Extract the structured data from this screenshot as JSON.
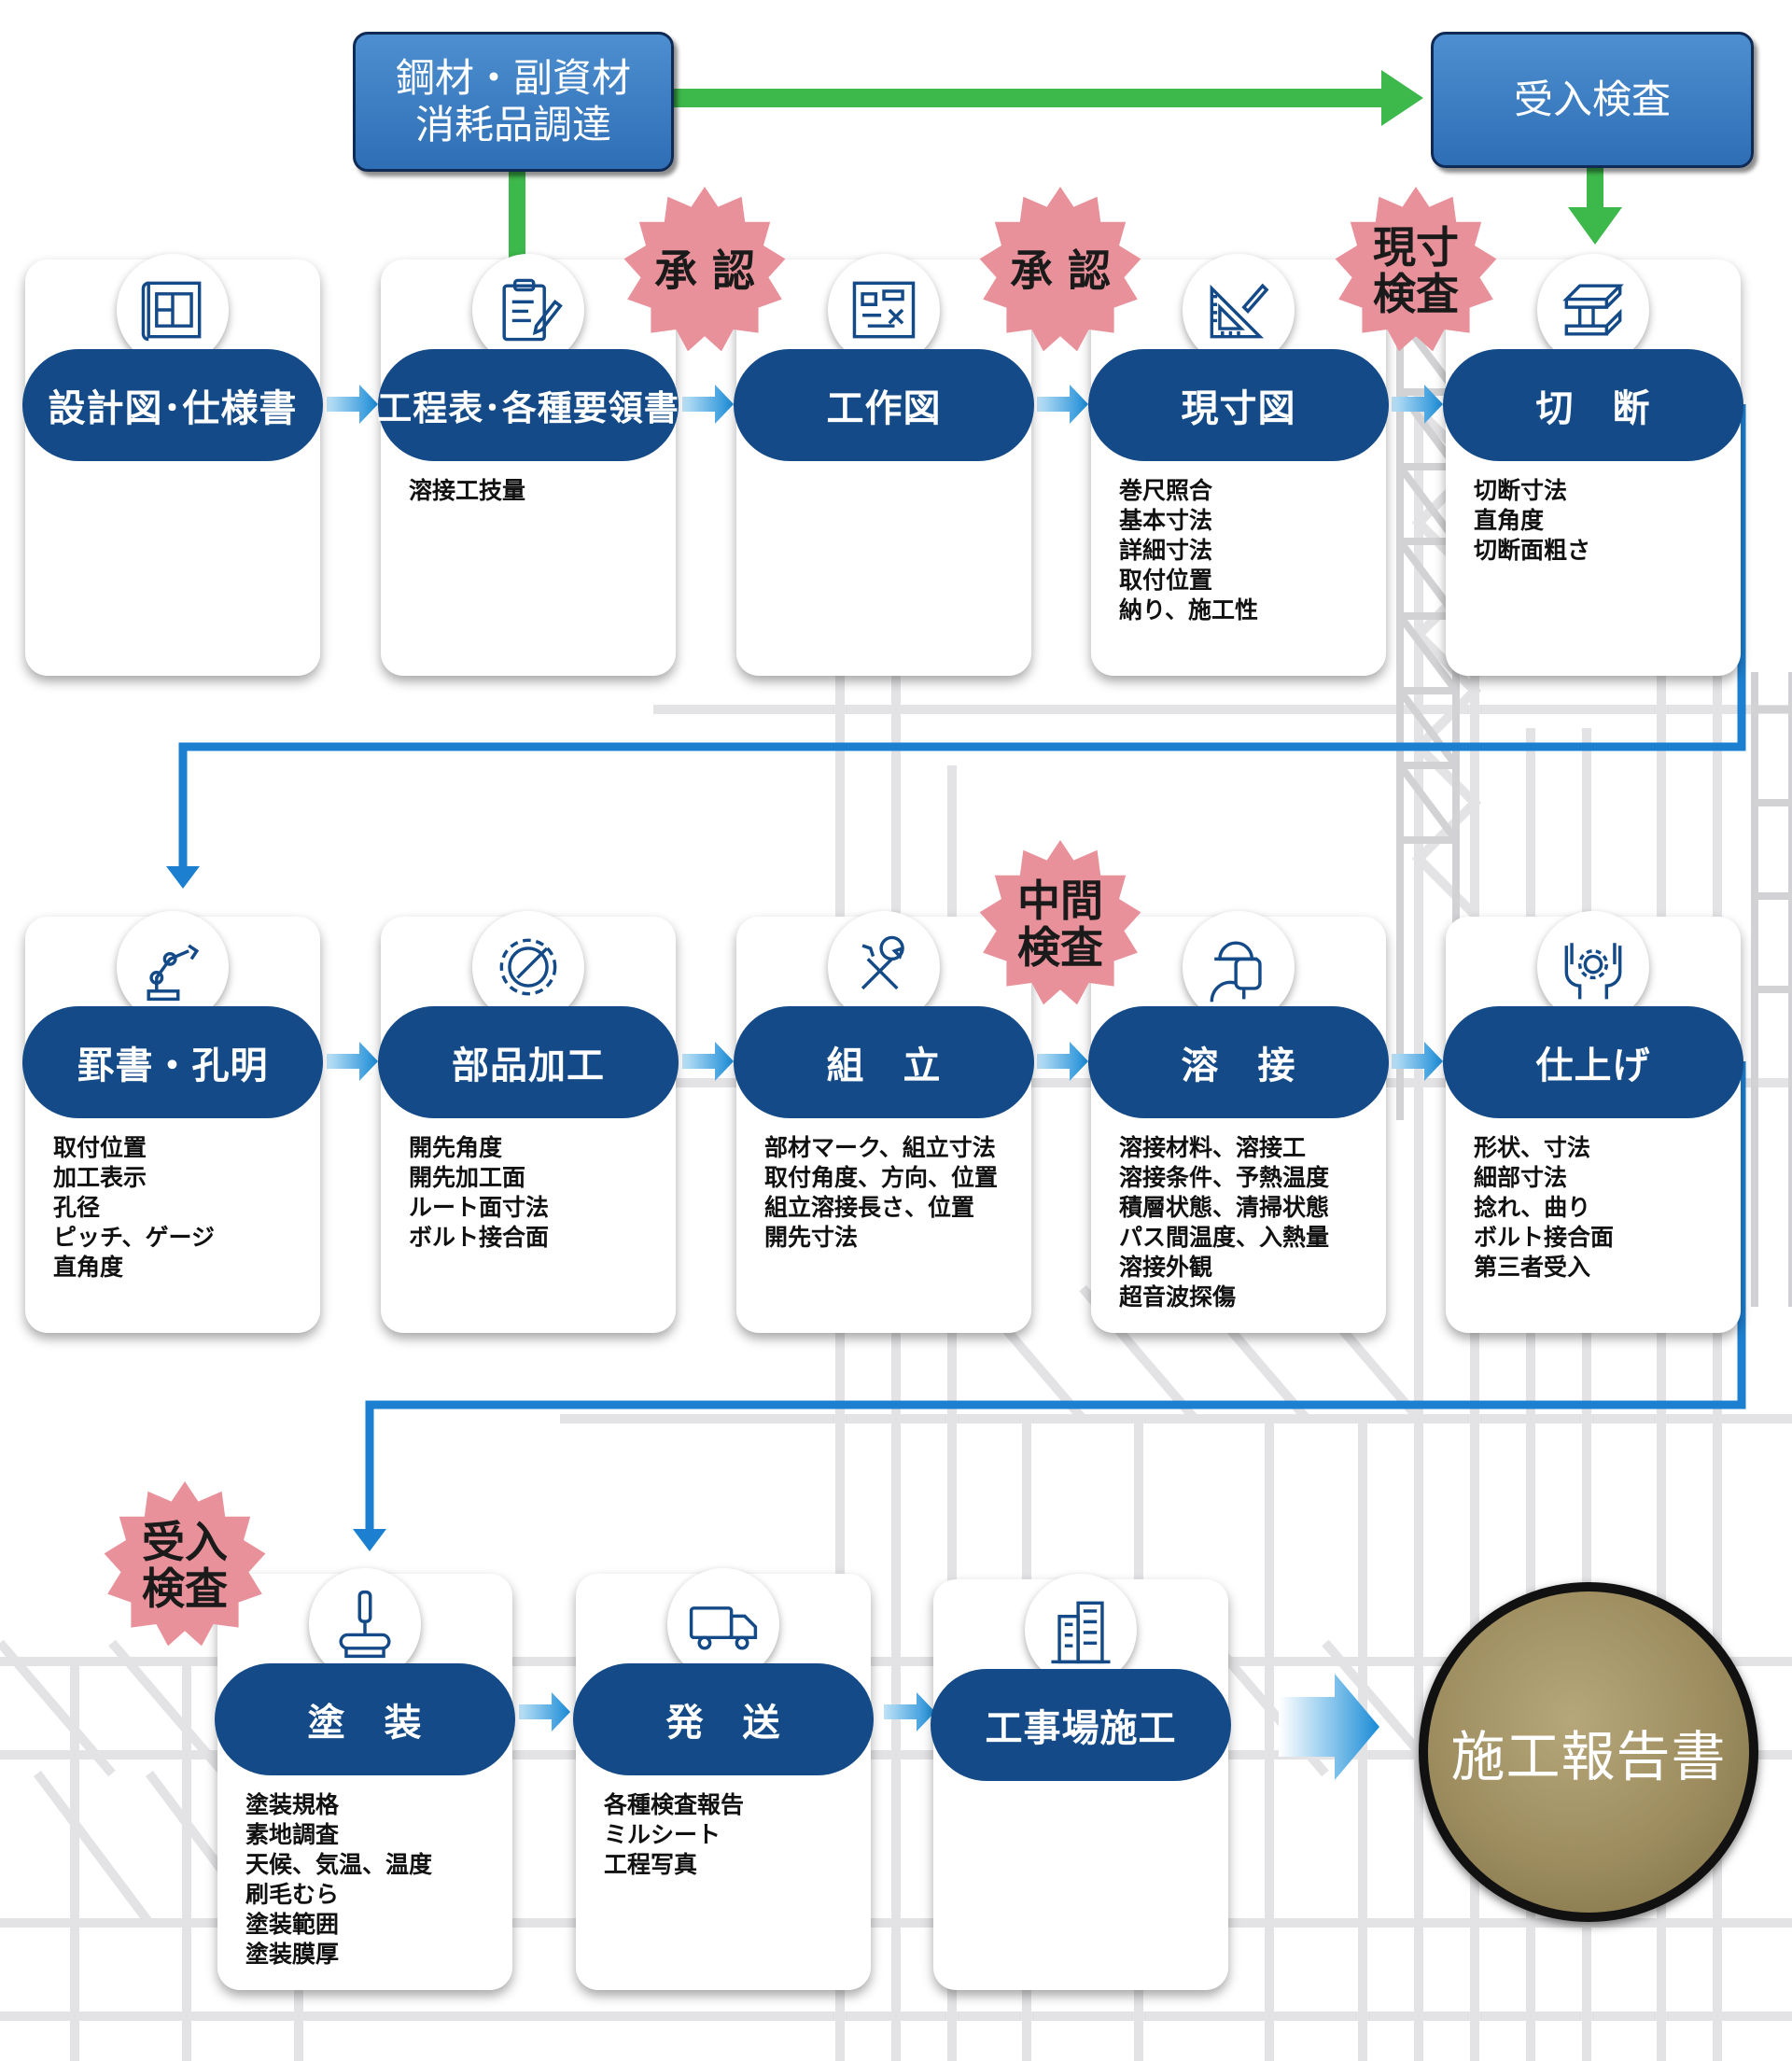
{
  "top": {
    "procurement": [
      "鋼材・副資材",
      "消耗品調達"
    ],
    "receiving_inspection": "受入検査"
  },
  "steps": [
    {
      "label": "設計図･仕様書",
      "icon": "blueprint-icon",
      "items": []
    },
    {
      "label": "工程表･各種要領書",
      "icon": "clipboard-icon",
      "items": [
        "溶接工技量"
      ]
    },
    {
      "label": "工作図",
      "icon": "drawing-plan-icon",
      "items": []
    },
    {
      "label": "現寸図",
      "icon": "set-square-icon",
      "items": [
        "巻尺照合",
        "基本寸法",
        "詳細寸法",
        "取付位置",
        "納り、施工性"
      ]
    },
    {
      "label": "切　断",
      "icon": "steel-beam-icon",
      "items": [
        "切断寸法",
        "直角度",
        "切断面粗さ"
      ]
    },
    {
      "label": "罫書・孔明",
      "icon": "robot-arm-icon",
      "items": [
        "取付位置",
        "加工表示",
        "孔径",
        "ピッチ、ゲージ",
        "直角度"
      ]
    },
    {
      "label": "部品加工",
      "icon": "gear-wrench-icon",
      "items": [
        "開先角度",
        "開先加工面",
        "ルート面寸法",
        "ボルト接合面"
      ]
    },
    {
      "label": "組　立",
      "icon": "wrench-icon",
      "items": [
        "部材マーク、組立寸法",
        "取付角度、方向、位置",
        "組立溶接長さ、位置",
        "開先寸法"
      ]
    },
    {
      "label": "溶　接",
      "icon": "welder-icon",
      "items": [
        "溶接材料、溶接工",
        "溶接条件、予熱温度",
        "積層状態、清掃状態",
        "パス間温度、入熱量",
        "溶接外観",
        "超音波探傷"
      ]
    },
    {
      "label": "仕上げ",
      "icon": "hands-gear-icon",
      "items": [
        "形状、寸法",
        "細部寸法",
        "捻れ、曲り",
        "ボルト接合面",
        "第三者受入"
      ]
    },
    {
      "label": "塗　装",
      "icon": "paint-roller-icon",
      "items": [
        "塗装規格",
        "素地調査",
        "天候、気温、温度",
        "刷毛むら",
        "塗装範囲",
        "塗装膜厚"
      ]
    },
    {
      "label": "発　送",
      "icon": "truck-icon",
      "items": [
        "各種検査報告",
        "ミルシート",
        "工程写真"
      ]
    },
    {
      "label": "工事場施工",
      "icon": "building-icon",
      "items": []
    }
  ],
  "badges": [
    [
      "承",
      "認"
    ],
    [
      "承",
      "認"
    ],
    [
      "現寸",
      "検査"
    ],
    [
      "中間",
      "検査"
    ],
    [
      "受入",
      "検査"
    ]
  ],
  "badges_text": [
    "承 認",
    "承 認",
    "現寸",
    "検査",
    "中間",
    "検査",
    "受入",
    "検査"
  ],
  "report": "施工報告書",
  "colors": {
    "pill": "#134a87",
    "flow_arrow": "#1d7fd0",
    "procurement_arrow": "#3db84b",
    "badge": "#e8919a",
    "report": "#9c8c5e"
  }
}
